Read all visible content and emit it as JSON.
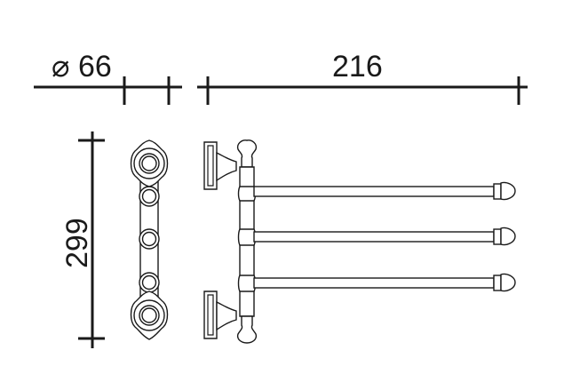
{
  "dimensions": {
    "diameter_symbol": "⌀",
    "diameter": "66",
    "width": "216",
    "height": "299"
  },
  "drawing": {
    "views": [
      "front-view",
      "side-view"
    ],
    "line_color": "#1a1a1a",
    "background": "#ffffff"
  }
}
